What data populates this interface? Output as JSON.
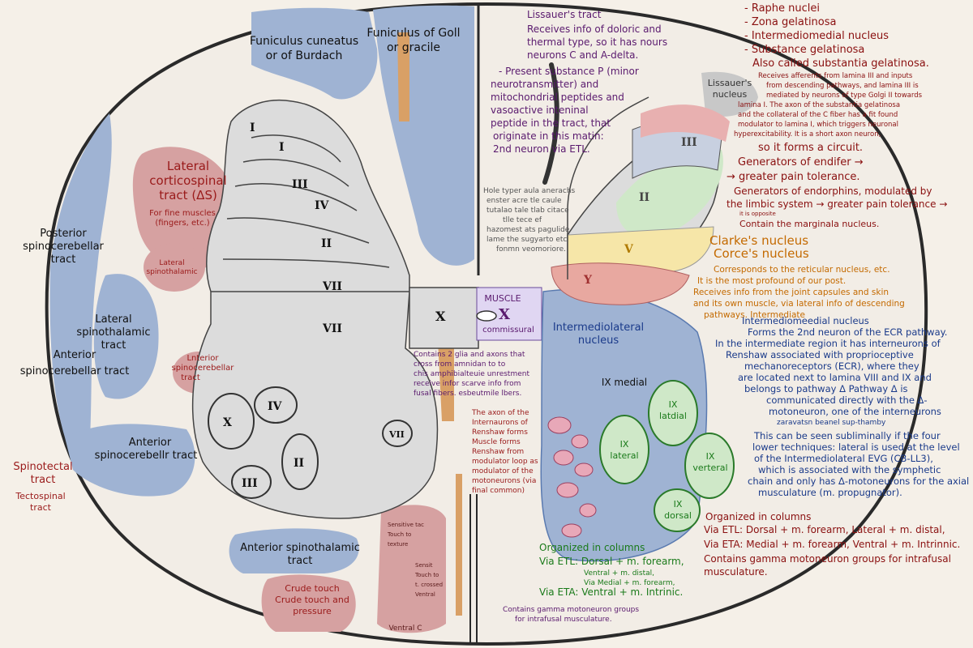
{
  "labels": {
    "burdach": [
      "Funiculus cuneatus",
      "or of Burdach"
    ],
    "goll": [
      "Funiculus of Goll",
      "or gracile"
    ],
    "lateral_cs": [
      "Lateral",
      "corticospinal",
      "tract (ΔS)"
    ],
    "lateral_cs_note": [
      "For fine muscles",
      "(fingers, etc.)"
    ],
    "lat_spinothal_small": [
      "Lateral",
      "spinothalamic"
    ],
    "post_spinocereb": [
      "Posterior",
      "spinocerebellar",
      "tract"
    ],
    "lat_spinothal": [
      "Lateral",
      "spinothalamic",
      "tract"
    ],
    "ant_spinocereb": [
      "Anterior",
      "spinocerebellar tract"
    ],
    "ant_spinocereb2": [
      "Anterior",
      "spinocerebellr tract"
    ],
    "lnterior": [
      "Lnterior",
      "spinocerebellar",
      "tract"
    ],
    "spinotectal": [
      "Spinotectal",
      "tract"
    ],
    "tectospinal": [
      "Tectospinal",
      "tract"
    ],
    "ant_spinothal": [
      "Anterior spinothalamic",
      "tract"
    ],
    "crude": [
      "Crude touch",
      "Crude touch and",
      "pressure"
    ],
    "muscle": "MUSCLE",
    "muscle_x": "X",
    "commissural": "commissural",
    "x_center": "X",
    "lissauer_nucleus": [
      "Lissauer's",
      "nucleus"
    ],
    "clarke": [
      "Clarke's nucleus",
      "Corce's nucleus"
    ],
    "intermediolateral": [
      "Intermediolateral",
      "nucleus"
    ],
    "ix_medial": "IX medial",
    "ix_latdial": [
      "IX",
      "latdial"
    ],
    "ix_lateral": [
      "IX",
      "lateral"
    ],
    "ix_verteral": [
      "IX",
      "verteral"
    ],
    "ix_dorsal": [
      "IX",
      "dorsal"
    ],
    "faint_center": [
      "Hole typer aula anerachs",
      "enster acre tle caule",
      "tutalao tale tlab citace",
      "tlle tece ef",
      "hazomest ats pagulide",
      "lame the sugyarto etc",
      "fonmn veomoriore."
    ],
    "purple_box": [
      "Contains 2 glia and axons that",
      "cross from amnidan to to",
      "chis amphibialteuie unrestment",
      "receive infor scarve info from",
      "fusal fibers.  esbeutmile lbers."
    ],
    "red_box": [
      "The axon of the",
      "Internaurons of",
      "Renshaw forms",
      "Muscle forms",
      "Renshaw from",
      "modulator loop as",
      "modulator of the",
      "motoneurons (via",
      "final common)"
    ],
    "bottom_green": [
      "Organized in columns",
      "Via ETL: Dorsal + m. forearm,",
      "Ventral + m. distal,",
      "Via Medial + m. forearm,",
      "Via ETA: Ventral + m. Intrinic."
    ],
    "bottom_note": [
      "Contains gamma motoneuron groups",
      "for intrafusal musculature."
    ],
    "ventral_small": [
      "Sensitive tac",
      "Touch to",
      "texture",
      "Sensit",
      "Touch to",
      "t. crossed",
      "Ventral"
    ],
    "ventral_bottom": "Ventral C"
  },
  "annotations": {
    "lissauer_tract": [
      "Lissauer's tract",
      "Receives info of doloric and",
      "thermal type, so it has nours",
      "neurons C and A-delta.",
      "- Present substance P (minor",
      "neurotransmitter) and",
      "mitochondrial peptides and",
      "vasoactive inteninal",
      "peptide in the tract, that",
      "originate in this matin:",
      "2nd neuron via ETL."
    ],
    "right_top": [
      "- Raphe nuclei",
      "- Zona gelatinosa",
      "- Intermediomedial nucleus",
      "- Substance gelatinosa",
      "Also called substantia gelatinosa."
    ],
    "right_small": [
      "Receives afferents from lamina III and inputs",
      "from descending pathways, and lamina III is",
      "mediated by neurons of type Golgi II towards",
      "lamina I. The axon of the substantia gelatinosa",
      "and the collateral of the C fiber has a fit found",
      "modulator to lamina I, which triggers neuronal",
      "hyperexcitability. It is a short axon neuron,"
    ],
    "right_circuit": [
      "so it forms a circuit.",
      "Generators of endifer →",
      "→ greater pain tolerance.",
      "Generators of endorphins, modulated by",
      "the limbic system → greater pain tolerance →",
      "it is opposite",
      "Contain the marginala nucleus."
    ],
    "clarke_desc": [
      "Corresponds to the reticular nucleus, etc.",
      "It is the most profound of our post.",
      "Receives info from the joint capsules and skin",
      "and its own muscle, via lateral info of descending",
      "pathways. Intermediate"
    ],
    "blue_block": [
      "Intermediomeedial nucleus",
      "Forms the 2nd neuron of the ECR pathway.",
      "In the intermediate region it has interneurons of",
      "Renshaw associated with proprioceptive",
      "mechanoreceptors (ECR), where they",
      "are located next to lamina VIII and IX and",
      "belongs to pathway Δ Pathway Δ is",
      "communicated directly with the Δ-",
      "motoneuron, one of the interneurons",
      "zaravatsn beanel sup-thamby",
      "This can be seen subliminally if the four",
      "lower techniques: lateral is used at the level",
      "of the Intermediolateral EVG (CB-LL3),",
      "which is associated with the symphetic",
      "chain and only has Δ-motoneurons for the axial",
      "musculature (m. propugnator)."
    ],
    "right_bottom": [
      "Organized in columns",
      "Via ETL: Dorsal + m. forearm, Lateral + m. distal,",
      "Via ETA: Medial + m. forearm, Ventral + m. Intrinnic.",
      "Contains gamma motoneuron groups for intrafusal",
      "musculature."
    ]
  },
  "laminae_left": [
    "I",
    "I",
    "III",
    "IV",
    "II",
    "VII",
    "VII",
    "X",
    "IV",
    "II",
    "III",
    "VII"
  ],
  "laminae_right": [
    "III",
    "II",
    "V",
    "Y"
  ],
  "colors": {
    "blue": "#9fb3d3",
    "red": "#d6a1a1",
    "gray": "#dcdcdc",
    "orange": "#d9a066",
    "yellow": "#f6e6a8",
    "green": "#cfe8c8",
    "purple_text": "#5a1a6e",
    "red_text": "#9a1a1a",
    "blue_text": "#1a3a8a",
    "green_text": "#1a7a1a",
    "orange_text": "#c46a00"
  }
}
